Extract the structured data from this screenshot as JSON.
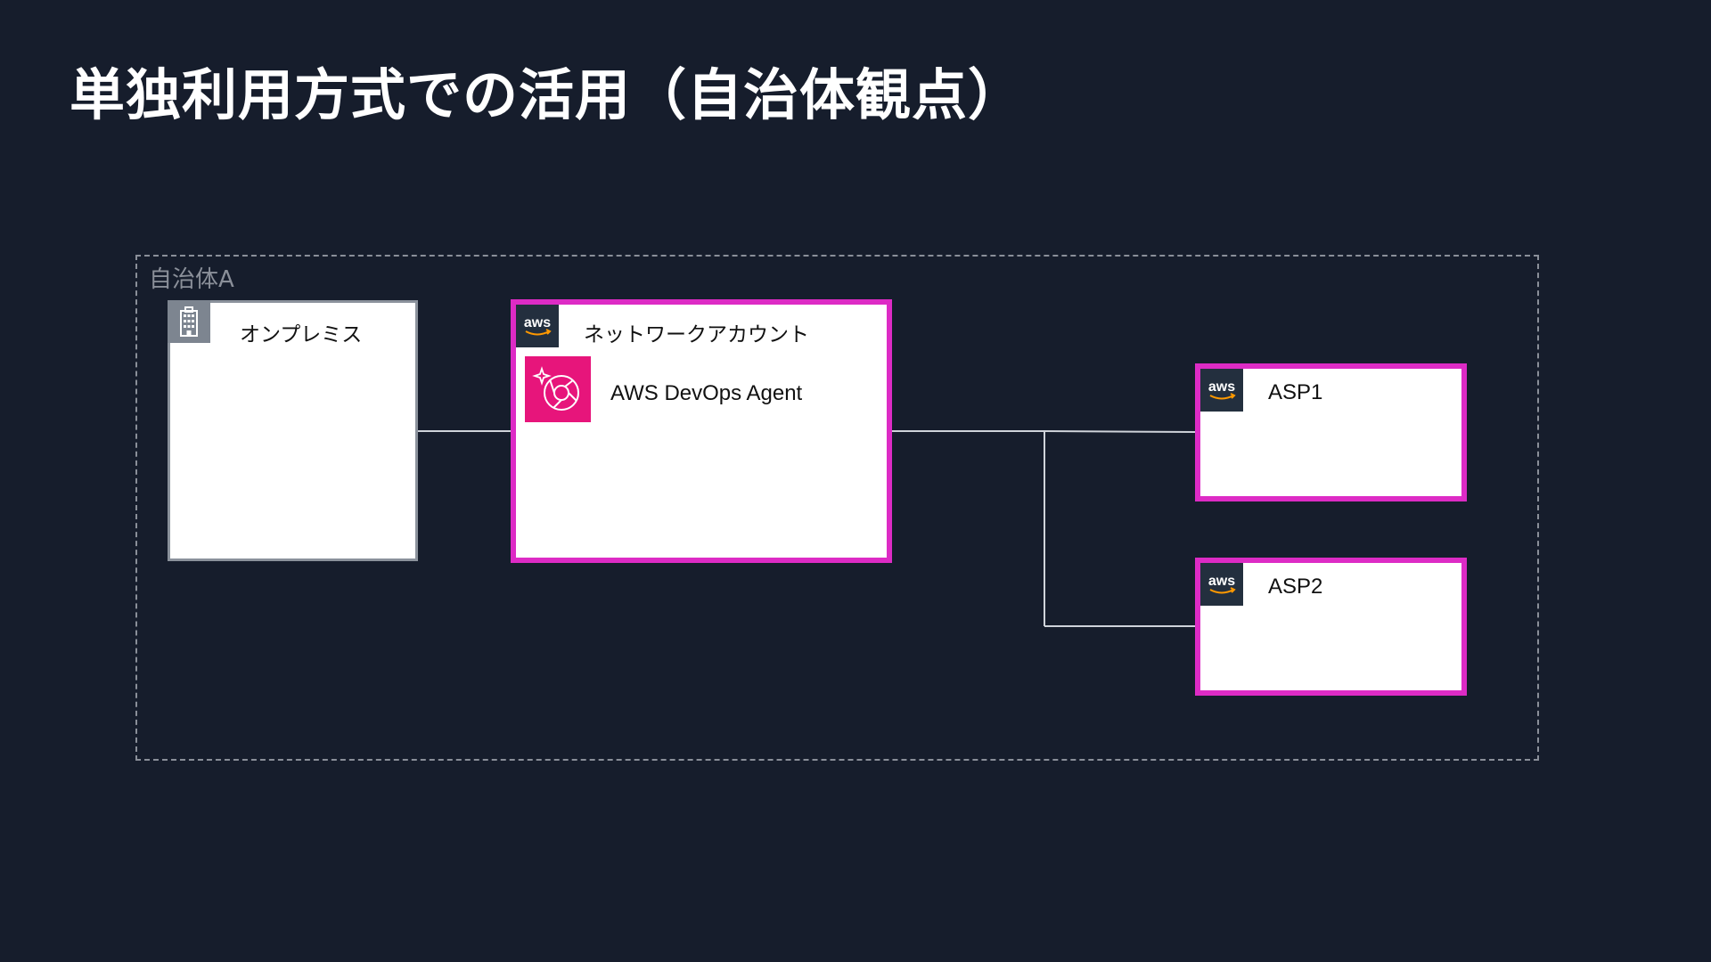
{
  "title": "単独利用方式での活用（自治体観点）",
  "group": {
    "label": "自治体A"
  },
  "onprem": {
    "label": "オンプレミス",
    "icon": "building-icon"
  },
  "network_account": {
    "label": "ネットワークアカウント",
    "icon": "aws-logo-icon",
    "service": {
      "label": "AWS DevOps Agent",
      "icon": "devops-agent-icon"
    }
  },
  "asp1": {
    "label": "ASP1",
    "icon": "aws-logo-icon"
  },
  "asp2": {
    "label": "ASP2",
    "icon": "aws-logo-icon"
  },
  "colors": {
    "background": "#161d2c",
    "account_border": "#dd2bc5",
    "onprem_border": "#8b929c",
    "service_icon": "#e7157b",
    "connector": "#cfd3da",
    "group_border": "#8a8f99"
  }
}
